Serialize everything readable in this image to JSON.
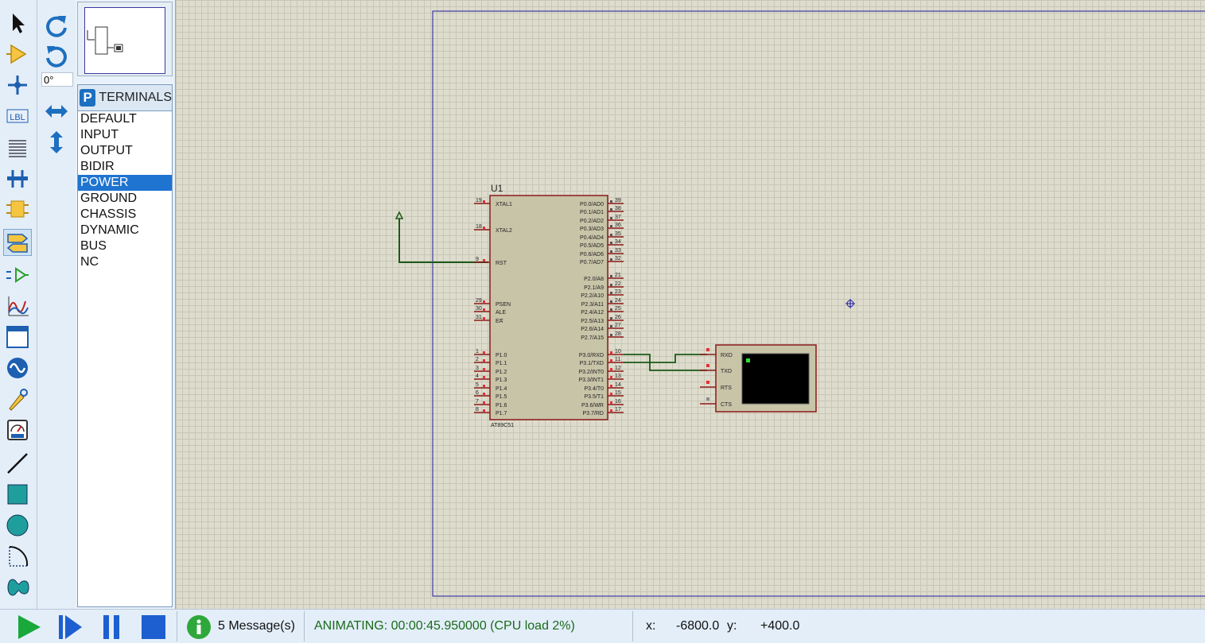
{
  "tools": {
    "left": [
      "selection-icon",
      "component-icon",
      "junction-icon",
      "label-icon",
      "text-script-icon",
      "bus-icon",
      "subcircuit-icon",
      "terminal-icon",
      "pin-icon",
      "graph-icon",
      "tape-icon",
      "generator-icon",
      "probe-icon",
      "instrument-icon",
      "line-icon",
      "box-icon",
      "circle-icon",
      "arc-icon",
      "path-icon"
    ],
    "rotation": [
      "rotate-cw-icon",
      "rotate-ccw-icon",
      "mirror-horizontal-icon",
      "mirror-vertical-icon"
    ],
    "angle": "0°"
  },
  "selector": {
    "badge": "P",
    "title": "TERMINALS",
    "items": [
      "DEFAULT",
      "INPUT",
      "OUTPUT",
      "BIDIR",
      "POWER",
      "GROUND",
      "CHASSIS",
      "DYNAMIC",
      "BUS",
      "NC"
    ],
    "selected": "POWER"
  },
  "schematic": {
    "chip": {
      "ref": "U1",
      "part": "AT89C51",
      "left_pins": [
        {
          "num": "19",
          "name": "XTAL1"
        },
        {
          "num": "18",
          "name": "XTAL2"
        },
        {
          "num": "9",
          "name": "RST"
        },
        {
          "num": "29",
          "name": "PSEN"
        },
        {
          "num": "30",
          "name": "ALE"
        },
        {
          "num": "31",
          "name": "EA"
        },
        {
          "num": "1",
          "name": "P1.0"
        },
        {
          "num": "2",
          "name": "P1.1"
        },
        {
          "num": "3",
          "name": "P1.2"
        },
        {
          "num": "4",
          "name": "P1.3"
        },
        {
          "num": "5",
          "name": "P1.4"
        },
        {
          "num": "6",
          "name": "P1.5"
        },
        {
          "num": "7",
          "name": "P1.6"
        },
        {
          "num": "8",
          "name": "P1.7"
        }
      ],
      "right_pins": [
        {
          "num": "39",
          "name": "P0.0/AD0"
        },
        {
          "num": "38",
          "name": "P0.1/AD1"
        },
        {
          "num": "37",
          "name": "P0.2/AD2"
        },
        {
          "num": "36",
          "name": "P0.3/AD3"
        },
        {
          "num": "35",
          "name": "P0.4/AD4"
        },
        {
          "num": "34",
          "name": "P0.5/AD5"
        },
        {
          "num": "33",
          "name": "P0.6/AD6"
        },
        {
          "num": "32",
          "name": "P0.7/AD7"
        },
        {
          "num": "21",
          "name": "P2.0/A8"
        },
        {
          "num": "22",
          "name": "P2.1/A9"
        },
        {
          "num": "23",
          "name": "P2.2/A10"
        },
        {
          "num": "24",
          "name": "P2.3/A11"
        },
        {
          "num": "25",
          "name": "P2.4/A12"
        },
        {
          "num": "26",
          "name": "P2.5/A13"
        },
        {
          "num": "27",
          "name": "P2.6/A14"
        },
        {
          "num": "28",
          "name": "P2.7/A15"
        },
        {
          "num": "10",
          "name": "P3.0/RXD"
        },
        {
          "num": "11",
          "name": "P3.1/TXD"
        },
        {
          "num": "12",
          "name": "P3.2/INT0"
        },
        {
          "num": "13",
          "name": "P3.3/INT1"
        },
        {
          "num": "14",
          "name": "P3.4/T0"
        },
        {
          "num": "15",
          "name": "P3.5/T1"
        },
        {
          "num": "16",
          "name": "P3.6/WR"
        },
        {
          "num": "17",
          "name": "P3.7/RD"
        }
      ]
    },
    "terminal": {
      "pins": [
        "RXD",
        "TXD",
        "RTS",
        "CTS"
      ]
    }
  },
  "status": {
    "messages": "5 Message(s)",
    "animating": "ANIMATING: 00:00:45.950000 (CPU load 2%)",
    "x_label": "x:",
    "x_value": "-6800.0",
    "y_label": "y:",
    "y_value": "+400.0"
  },
  "colors": {
    "accent": "#1e74d0",
    "wire": "#1a5a1a",
    "chip_body": "#c8c4a8",
    "chip_border": "#8b1a1a",
    "pin_marker": "#e83030",
    "sheet_border": "#1a1aa0"
  }
}
